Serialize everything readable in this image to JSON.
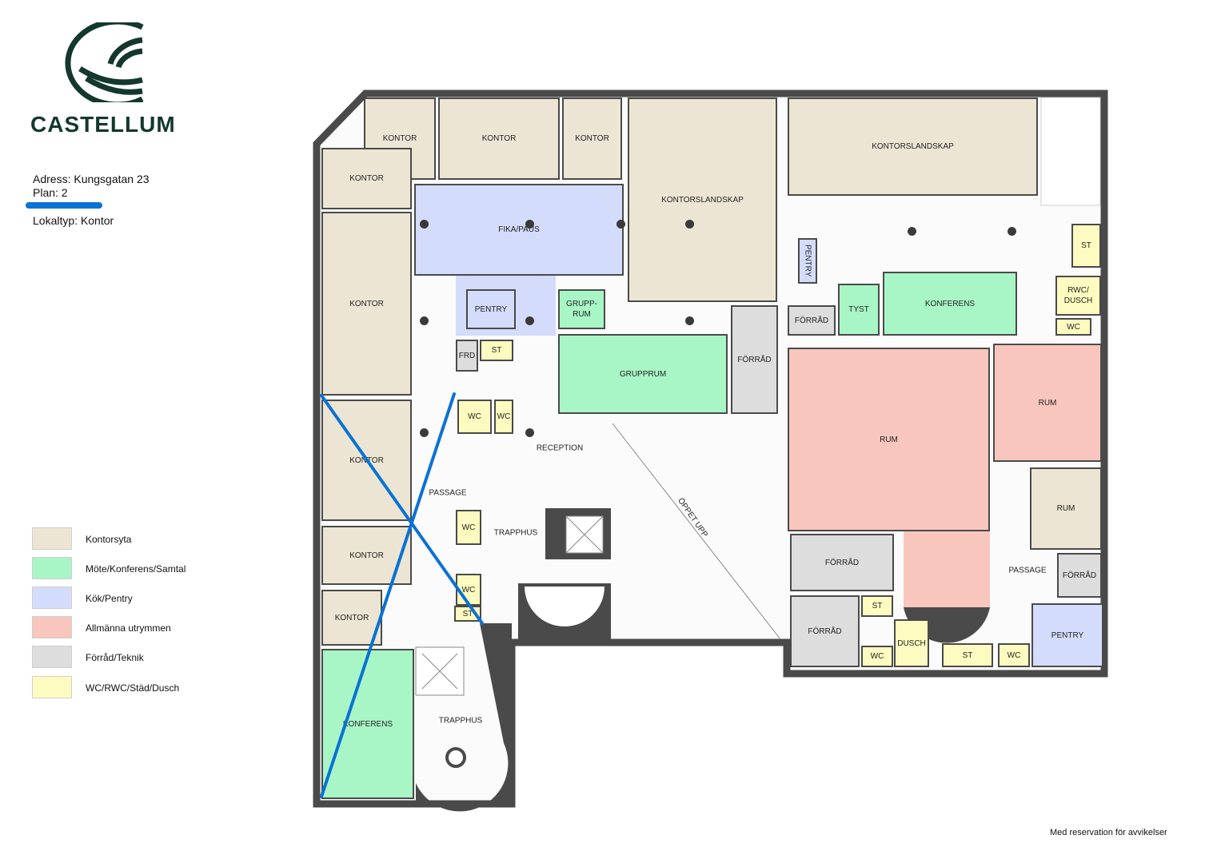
{
  "logo": {
    "text": "CASTELLUM",
    "color": "#14372e"
  },
  "info": {
    "address": "Adress: Kungsgatan 23",
    "plan": "Plan: 2",
    "lokaltyp": "Lokaltyp: Kontor"
  },
  "legend": [
    {
      "label": "Kontorsyta",
      "color": "#ede5d4"
    },
    {
      "label": "Möte/Konferens/Samtal",
      "color": "#a8f6c6"
    },
    {
      "label": "Kök/Pentry",
      "color": "#d3dcfb"
    },
    {
      "label": "Allmänna utrymmen",
      "color": "#f8c6bd"
    },
    {
      "label": "Förråd/Teknik",
      "color": "#dddddd"
    },
    {
      "label": "WC/RWC/Städ/Dusch",
      "color": "#fdfbbf"
    }
  ],
  "rooms": [
    {
      "label": "KONTOR",
      "type": 0
    },
    {
      "label": "KONTOR",
      "type": 0
    },
    {
      "label": "KONTOR",
      "type": 0
    },
    {
      "label": "KONTOR",
      "type": 0
    },
    {
      "label": "KONTORSLANDSKAP",
      "type": 0
    },
    {
      "label": "KONTORSLANDSKAP",
      "type": 0
    },
    {
      "label": "FIKA/PAUS",
      "type": 2
    },
    {
      "label": "PENTRY",
      "type": 2
    },
    {
      "label": "KONTOR",
      "type": 0
    },
    {
      "label": "KONTOR",
      "type": 0
    },
    {
      "label": "KONTOR",
      "type": 0
    },
    {
      "label": "KONTOR",
      "type": 0
    },
    {
      "label": "KONFERENS",
      "type": 1
    },
    {
      "label": "GRUPP-RUM",
      "type": 1
    },
    {
      "label": "GRUPPRUM",
      "type": 1
    },
    {
      "label": "FÖRRÅD",
      "type": 4
    },
    {
      "label": "PENTRY",
      "type": 2
    },
    {
      "label": "FÖRRÅD",
      "type": 4
    },
    {
      "label": "TYST",
      "type": 1
    },
    {
      "label": "KONFERENS",
      "type": 1
    },
    {
      "label": "ST",
      "type": 5
    },
    {
      "label": "RWC/ DUSCH",
      "type": 5
    },
    {
      "label": "WC",
      "type": 5
    },
    {
      "label": "RUM",
      "type": 3
    },
    {
      "label": "RUM",
      "type": 3
    },
    {
      "label": "RUM",
      "type": 0
    },
    {
      "label": "FÖRRÅD",
      "type": 4
    },
    {
      "label": "PENTRY",
      "type": 2
    },
    {
      "label": "FÖRRÅD",
      "type": 4
    },
    {
      "label": "FÖRRÅD",
      "type": 4
    },
    {
      "label": "ST",
      "type": 5
    },
    {
      "label": "WC",
      "type": 5
    },
    {
      "label": "DUSCH",
      "type": 5
    },
    {
      "label": "ST",
      "type": 5
    },
    {
      "label": "WC",
      "type": 5
    },
    {
      "label": "FRD",
      "type": 4
    },
    {
      "label": "ST",
      "type": 5
    },
    {
      "label": "WC",
      "type": 5
    },
    {
      "label": "WC",
      "type": 5
    },
    {
      "label": "WC",
      "type": 5
    },
    {
      "label": "WC",
      "type": 5
    },
    {
      "label": "ST",
      "type": 5
    }
  ],
  "areas": [
    "PASSAGE",
    "RECEPTION",
    "TRAPPHUS",
    "TRAPPHUS",
    "ÖPPET UPP",
    "PASSAGE"
  ],
  "footer": "Med reservation för avvikelser",
  "markup_color": "#0a72d4"
}
